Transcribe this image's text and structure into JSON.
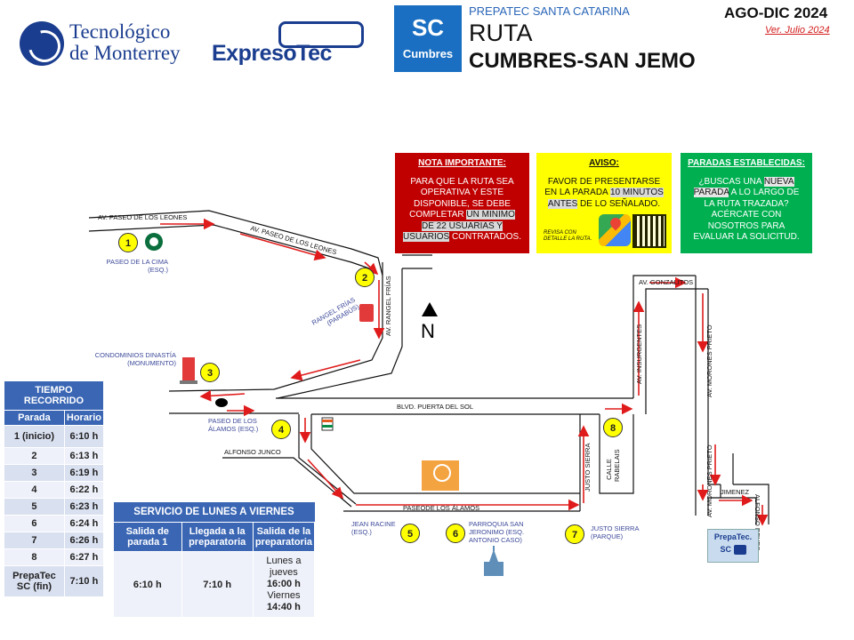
{
  "header": {
    "tec_line1": "Tecnológico",
    "tec_line2": "de Monterrey",
    "expreso": "ExpresoTec",
    "badge_big": "SC",
    "badge_small": "Cumbres",
    "campus": "PREPATEC SANTA CATARINA",
    "ruta": "RUTA",
    "route_name": "CUMBRES-SAN JEMO",
    "period": "AGO-DIC 2024",
    "version": "Ver. Julio 2024"
  },
  "notices": {
    "important": {
      "title": "NOTA IMPORTANTE",
      "text_a": "PARA QUE LA RUTA SEA OPERATIVA Y ESTE DISPONIBLE, SE DEBE COMPLETAR ",
      "text_hl": "UN MINIMO DE 22 USUARIAS Y USUARIOS",
      "text_b": " CONTRATADOS."
    },
    "aviso": {
      "title": "AVISO",
      "text_a": "FAVOR DE PRESENTARSE EN LA PARADA ",
      "text_hl": "10 MINUTOS ANTES",
      "text_b": " DE LO SEÑALADO.",
      "small": "REVISA CON DETALLE LA RUTA."
    },
    "paradas": {
      "title": "PARADAS ESTABLECIDAS:",
      "text_a": "¿BUSCAS UNA ",
      "text_hl1": "NUEVA",
      "text_hl2": "PARADA",
      "text_b": " A LO LARGO DE LA RUTA TRAZADA? ACÉRCATE CON NOSOTROS PARA EVALUAR LA SOLICITUD."
    }
  },
  "map": {
    "north": "N",
    "streets": {
      "paseo_leones_1": "AV. PASEO DE LOS LEONES",
      "paseo_leones_2": "AV. PASEO DE LOS LEONES",
      "rangel_frias": "AV. RANGEL FRÍAS",
      "puerta_sol": "BLVD. PUERTA DEL SOL",
      "alfonso_junco": "ALFONSO JUNCO",
      "paseo_alamos": "PASEODE LOS ÁLAMOS",
      "justo_sierra": "JUSTO SIERRA",
      "calle_rabelais": "CALLE RABELAIS",
      "insurgentes": "AV. INSURGENTES",
      "gonzalitos": "AV. GONZALITOS",
      "morones_1": "AV. MORONES PRIETO",
      "morones_2": "AV. MORONES PRIETO",
      "jimenez": "JIMENEZ",
      "alfonso_reyes": "ALFONSO REYES"
    },
    "places": {
      "paseo_cima": "PASEO DE LA CIMA (ESQ.)",
      "rangel_parabus": "RANGEL FRÍAS (PARABÚS)",
      "condominios": "CONDOMINIOS DINASTÍA (MONUMENTO)",
      "paseo_alamos_esq": "PASEO DE LOS ÁLAMOS (ESQ.)",
      "jean_racine": "JEAN RACINE (ESQ.)",
      "parroquia": "PARROQUIA SAN JERONIMO (ESQ. ANTONIO CASO)",
      "justo_sierra_parque": "JUSTO SIERRA (PARQUE)",
      "prepatec_1": "PrepaTec.",
      "prepatec_2": "SC"
    },
    "stops": [
      "1",
      "2",
      "3",
      "4",
      "5",
      "6",
      "7",
      "8"
    ]
  },
  "tiempo": {
    "title": "TIEMPO RECORRIDO",
    "col_parada": "Parada",
    "col_horario": "Horario",
    "rows": [
      {
        "parada": "1 (inicio)",
        "hora": "6:10 h"
      },
      {
        "parada": "2",
        "hora": "6:13 h"
      },
      {
        "parada": "3",
        "hora": "6:19 h"
      },
      {
        "parada": "4",
        "hora": "6:22 h"
      },
      {
        "parada": "5",
        "hora": "6:23 h"
      },
      {
        "parada": "6",
        "hora": "6:24 h"
      },
      {
        "parada": "7",
        "hora": "6:26 h"
      },
      {
        "parada": "8",
        "hora": "6:27 h"
      },
      {
        "parada": "PrepaTec SC (fin)",
        "hora": "7:10 h"
      }
    ]
  },
  "servicio": {
    "title": "SERVICIO DE LUNES A VIERNES",
    "col1": "Salida de parada 1",
    "col2": "Llegada a la preparatoria",
    "col3": "Salida de la preparatoria",
    "salida": "6:10 h",
    "llegada": "7:10 h",
    "lj_label": "Lunes a jueves",
    "lj_hora": "16:00 h",
    "v_label": "Viernes",
    "v_hora": "14:40 h"
  },
  "colors": {
    "route_red": "#e01b1b",
    "table_blue": "#3a66b4",
    "notice_red": "#c00000",
    "notice_yellow": "#ffff00",
    "notice_green": "#00b050",
    "stop_yellow": "#ffff00"
  }
}
